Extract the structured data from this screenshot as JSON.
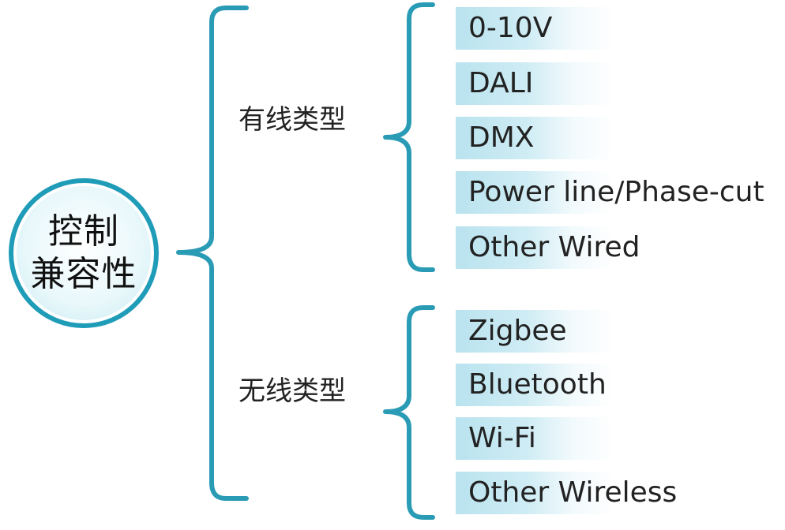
{
  "diagram": {
    "root": {
      "lines": [
        "控制",
        "兼容性"
      ]
    },
    "groups": [
      {
        "label": "有线类型",
        "items": [
          "0-10V",
          "DALI",
          "DMX",
          "Power line/Phase-cut",
          "Other Wired"
        ]
      },
      {
        "label": "无线类型",
        "items": [
          "Zigbee",
          "Bluetooth",
          "Wi-Fi",
          "Other Wireless"
        ]
      }
    ],
    "colors": {
      "bracket": "#2a9bb5",
      "circle_border": "#1f9cb8",
      "leaf_fill": "#b9e3ef",
      "text": "#222222"
    }
  }
}
